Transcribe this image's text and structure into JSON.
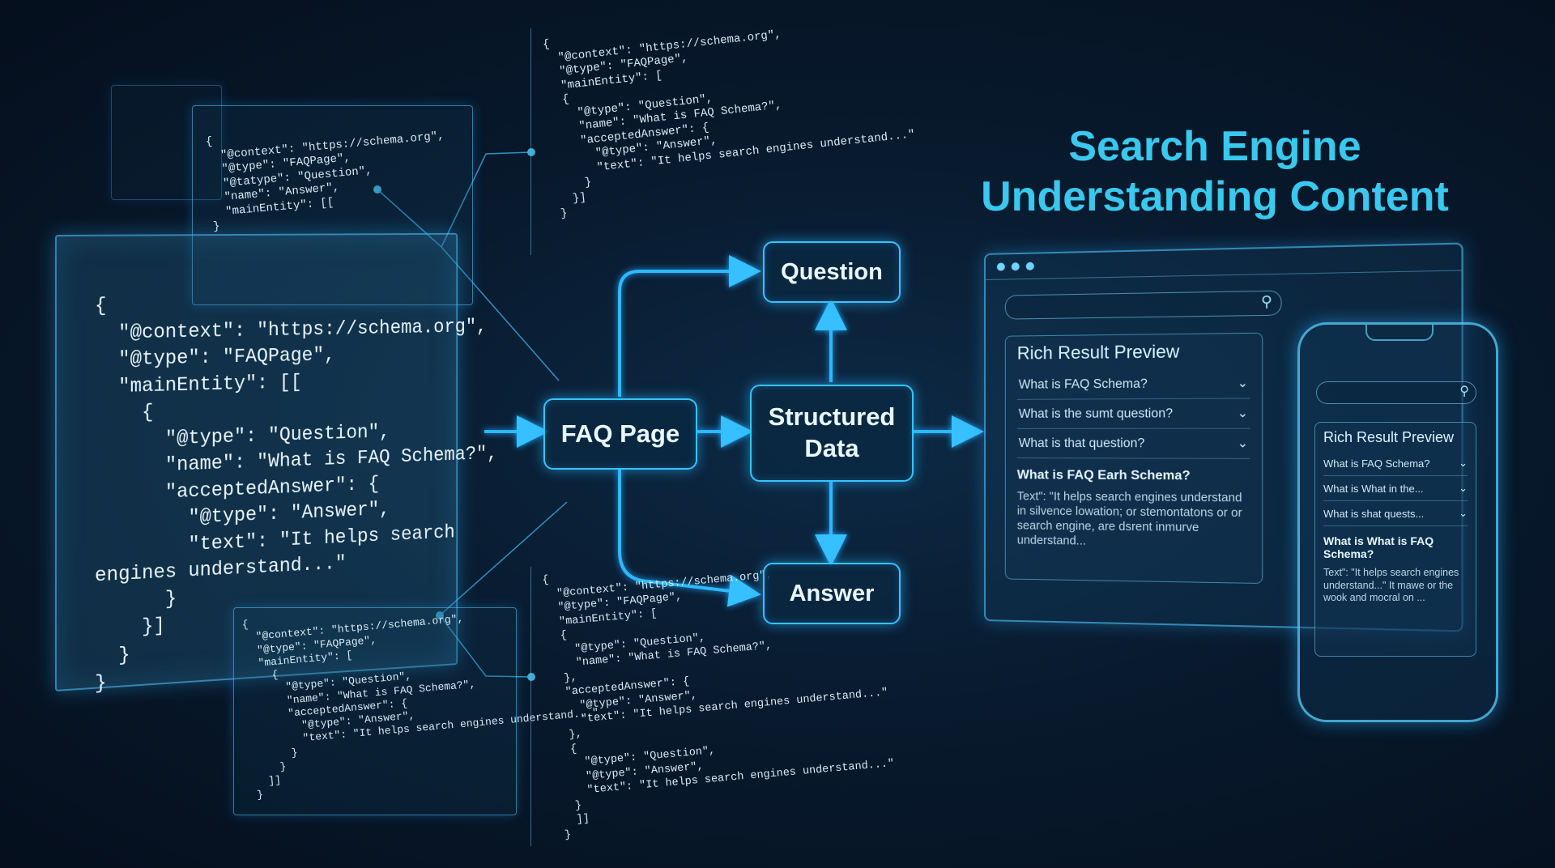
{
  "title": {
    "line1": "Search Engine",
    "line2": "Understanding Content"
  },
  "code": {
    "main": "{\n  \"@context\": \"https://schema.org\",\n  \"@type\": \"FAQPage\",\n  \"mainEntity\": [[\n    {\n      \"@type\": \"Question\",\n      \"name\": \"What is FAQ Schema?\",\n      \"acceptedAnswer\": {\n        \"@type\": \"Answer\",\n        \"text\": \"It helps search\nengines understand...\"\n      }\n    }]\n  }\n}",
    "top_left": "{\n  \"@context\": \"https://schema.org\",\n  \"@type\": \"FAQPage\",\n  \"@tatype\": \"Question\",\n  \"name\": \"Answer\",\n  \"mainEntity\": [[\n}",
    "top_center": "{\n  \"@context\": \"https://schema.org\",\n  \"@type\": \"FAQPage\",\n  \"mainEntity\": [\n  {\n    \"@type\": \"Question\",\n    \"name\": \"What is FAQ Schema?\",\n    \"acceptedAnswer\": {\n      \"@type\": \"Answer\",\n      \"text\": \"It helps search engines understand...\"\n    }\n  }]\n}",
    "bottom_left": "{\n  \"@context\": \"https://schema.org\",\n  \"@type\": \"FAQPage\",\n  \"mainEntity\": [\n    {\n      \"@type\": \"Question\",\n      \"name\": \"What is FAQ Schema?\",\n      \"acceptedAnswer\": {\n        \"@type\": \"Answer\",\n        \"text\": \"It helps search engines understand...\"\n      }\n    }\n  ]]\n}",
    "bottom_center": "{\n  \"@context\": \"https://schema.org\",\n  \"@type\": \"FAQPage\",\n  \"mainEntity\": [\n  {\n    \"@type\": \"Question\",\n    \"name\": \"What is FAQ Schema?\",\n  },\n  \"acceptedAnswer\": {\n    \"@type\": \"Answer\",\n    \"text\": \"It helps search engines understand...\"\n  },\n  {\n    \"@type\": \"Question\",\n    \"@type\": \"Answer\",\n    \"text\": \"It helps search engines understand...\"\n  }\n  ]]\n}"
  },
  "nodes": {
    "faq_page": "FAQ Page",
    "structured_line1": "Structured",
    "structured_line2": "Data",
    "question": "Question",
    "answer": "Answer"
  },
  "browser_preview": {
    "heading": "Rich Result Preview",
    "questions": [
      "What is FAQ Schema?",
      "What is the sumt question?",
      "What is that question?"
    ],
    "answer_title": "What is FAQ Earh Schema?",
    "answer_text": "Text\": \"It helps search engines understand in silvence lowation; or stemontatons or or search engine, are dsrent inmurve understand..."
  },
  "phone_preview": {
    "heading": "Rich Result Preview",
    "questions": [
      "What is FAQ Schema?",
      "What is What in the...",
      "What is shat quests..."
    ],
    "answer_title": "What is What is FAQ Schema?",
    "answer_text": "Text\": \"It helps search engines understand...\" It mawe or the wook and mocral on ..."
  },
  "icons": {
    "chevron": "chevron-down-icon",
    "search": "search-icon"
  },
  "colors": {
    "accent": "#37c3ff",
    "title": "#39c8ee",
    "background": "#081a2e"
  }
}
